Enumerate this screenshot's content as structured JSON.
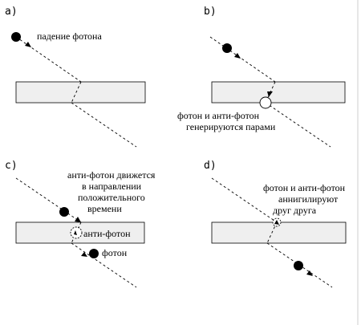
{
  "panels": {
    "a": {
      "label": "a)",
      "caption": "падение фотона"
    },
    "b": {
      "label": "b)",
      "caption_lines": [
        "фотон и анти-фотон",
        "генерируются парами"
      ]
    },
    "c": {
      "label": "c)",
      "caption_lines": [
        "анти-фотон движется",
        "в направлении",
        "положительного",
        "времени"
      ],
      "anti_label": "анти-фотон",
      "photon_label": "фотон"
    },
    "d": {
      "label": "d)",
      "caption_lines": [
        "фотон и анти-фотон",
        "аннигилируют",
        "друг друга"
      ]
    }
  },
  "colors": {
    "slab": "#efefef",
    "photon": "#000000",
    "line": "#000000"
  }
}
